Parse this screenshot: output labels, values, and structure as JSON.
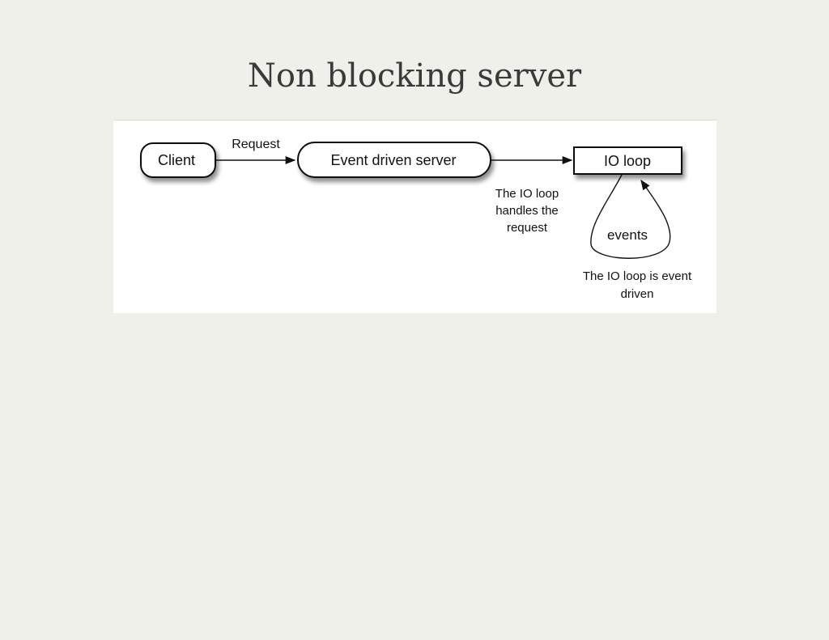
{
  "slide": {
    "title": "Non blocking server"
  },
  "diagram": {
    "nodes": {
      "client": "Client",
      "server": "Event driven server",
      "io_loop": "IO loop"
    },
    "edges": {
      "request": "Request",
      "events": "events"
    },
    "notes": {
      "handles_line1": "The IO loop",
      "handles_line2": "handles the",
      "handles_line3": "request",
      "driven_line1": "The IO loop is event",
      "driven_line2": "driven"
    }
  }
}
